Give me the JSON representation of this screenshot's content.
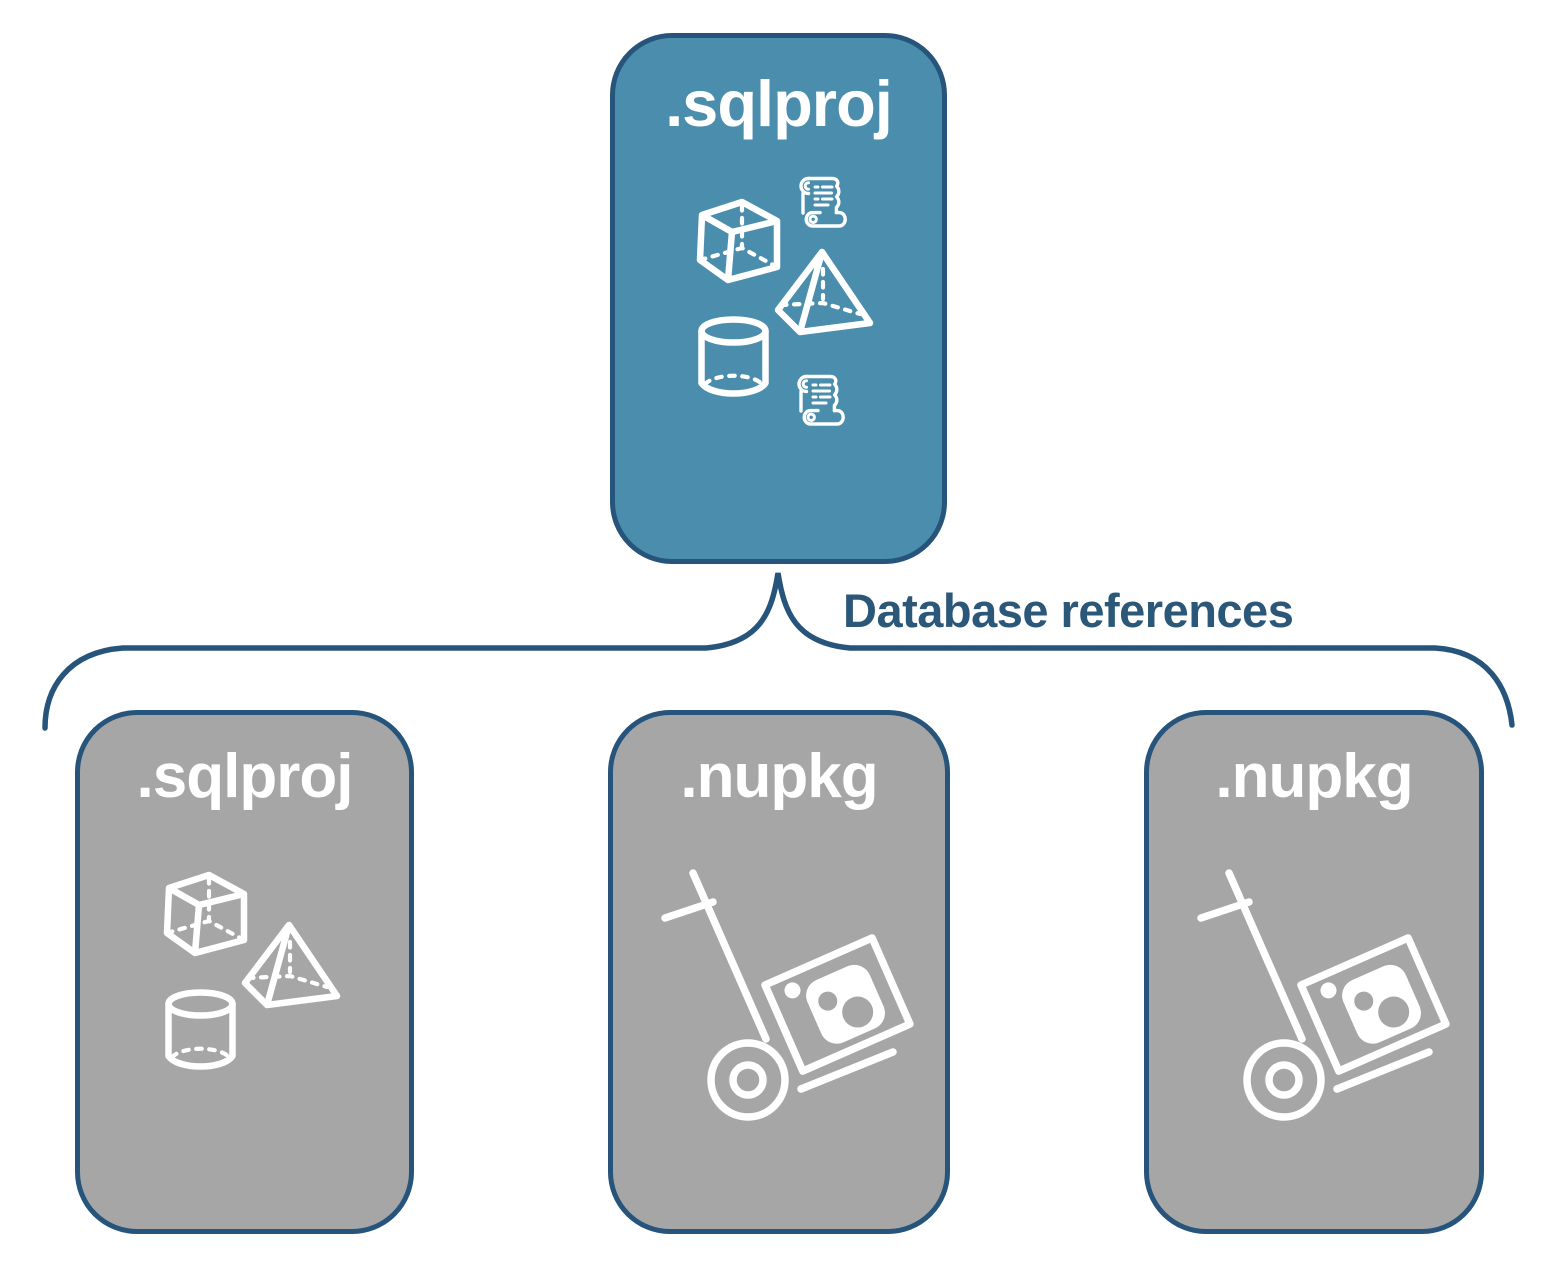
{
  "diagram": {
    "connector_label": "Database references",
    "cards": {
      "top": {
        "label": ".sqlproj",
        "type": "sql-project"
      },
      "bottom": [
        {
          "label": ".sqlproj",
          "type": "sql-project"
        },
        {
          "label": ".nupkg",
          "type": "nuget-package"
        },
        {
          "label": ".nupkg",
          "type": "nuget-package"
        }
      ]
    },
    "colors": {
      "primary_card_fill": "#4a8dac",
      "reference_card_fill": "#a6a6a6",
      "outline": "#26547a",
      "connector_label_text": "#2b5878",
      "icon_stroke": "#ffffff"
    },
    "icons": {
      "top_card": [
        "cube-icon",
        "scroll-icon",
        "pyramid-icon",
        "cylinder-icon",
        "scroll-icon"
      ],
      "bottom_card_sqlproj": [
        "cube-icon",
        "pyramid-icon",
        "cylinder-icon"
      ],
      "bottom_card_nupkg": [
        "hand-truck-icon",
        "nuget-package-box-icon"
      ]
    }
  }
}
